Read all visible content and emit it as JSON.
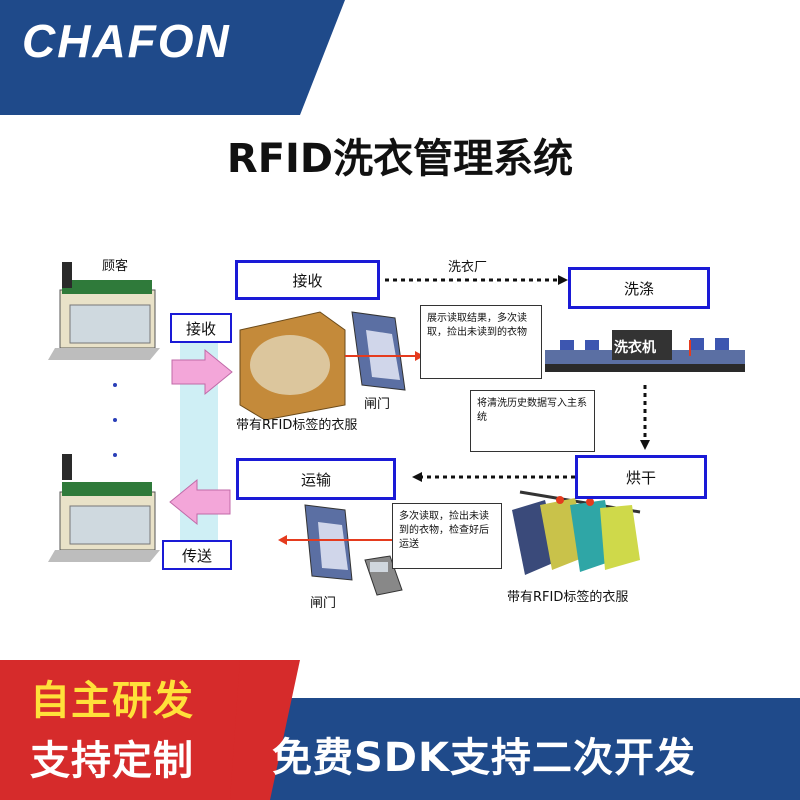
{
  "brand": {
    "logo": "CHAFON",
    "band_color": "#1f4a8a"
  },
  "title": "RFID洗衣管理系统",
  "diagram": {
    "customer_label": "顾客",
    "receive_left": "接收",
    "transfer_left": "传送",
    "receive_box": "接收",
    "transport_box": "运输",
    "laundry_label": "洗衣厂",
    "wash_box": "洗涤",
    "dry_box": "烘干",
    "washer_sign": "洗衣机",
    "gate_top": "闸门",
    "gate_bottom": "闸门",
    "clothes_top": "带有RFID标签的衣服",
    "clothes_bottom": "带有RFID标签的衣服",
    "note1": "展示读取结果，多次读取，捡出未读到的衣物",
    "note2": "将清洗历史数据写入主系统",
    "note3": "多次读取，捡出未读到的衣物，检查好后运送"
  },
  "footer": {
    "tag1": "自主研发",
    "tag2": "支持定制",
    "slogan": "免费SDK支持二次开发",
    "left_color": "#d62b2b",
    "right_color": "#1f4a8a"
  }
}
